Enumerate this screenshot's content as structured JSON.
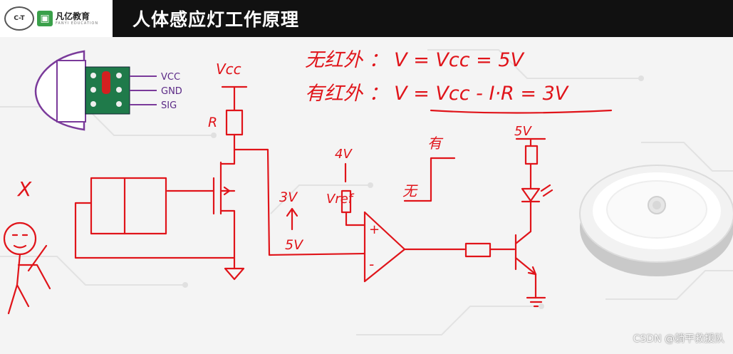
{
  "header": {
    "logo_mark": "C-T",
    "logo_name": "凡亿教育",
    "logo_sub": "FANYI EDUCATION",
    "title": "人体感应灯工作原理"
  },
  "sensor": {
    "pins": [
      "VCC",
      "GND",
      "SIG"
    ]
  },
  "formulas": {
    "line1": "无红外 ： V = Vcc = 5V",
    "line2": "有红外 ： V = Vcc - I·R = 3V"
  },
  "circuit_labels": {
    "vcc": "Vcc",
    "resistor": "R",
    "person_x": "X",
    "v_3v": "3V",
    "v_5v": "5V",
    "v_4v": "4V",
    "vref": "Vref",
    "plus": "+",
    "minus": "-",
    "has": "有",
    "none": "无",
    "supply_5v": "5V"
  },
  "watermark": "CSDN @躺平救援队",
  "colors": {
    "ink": "#e0141a",
    "title_bar": "#111111",
    "background": "#f4f4f4"
  }
}
